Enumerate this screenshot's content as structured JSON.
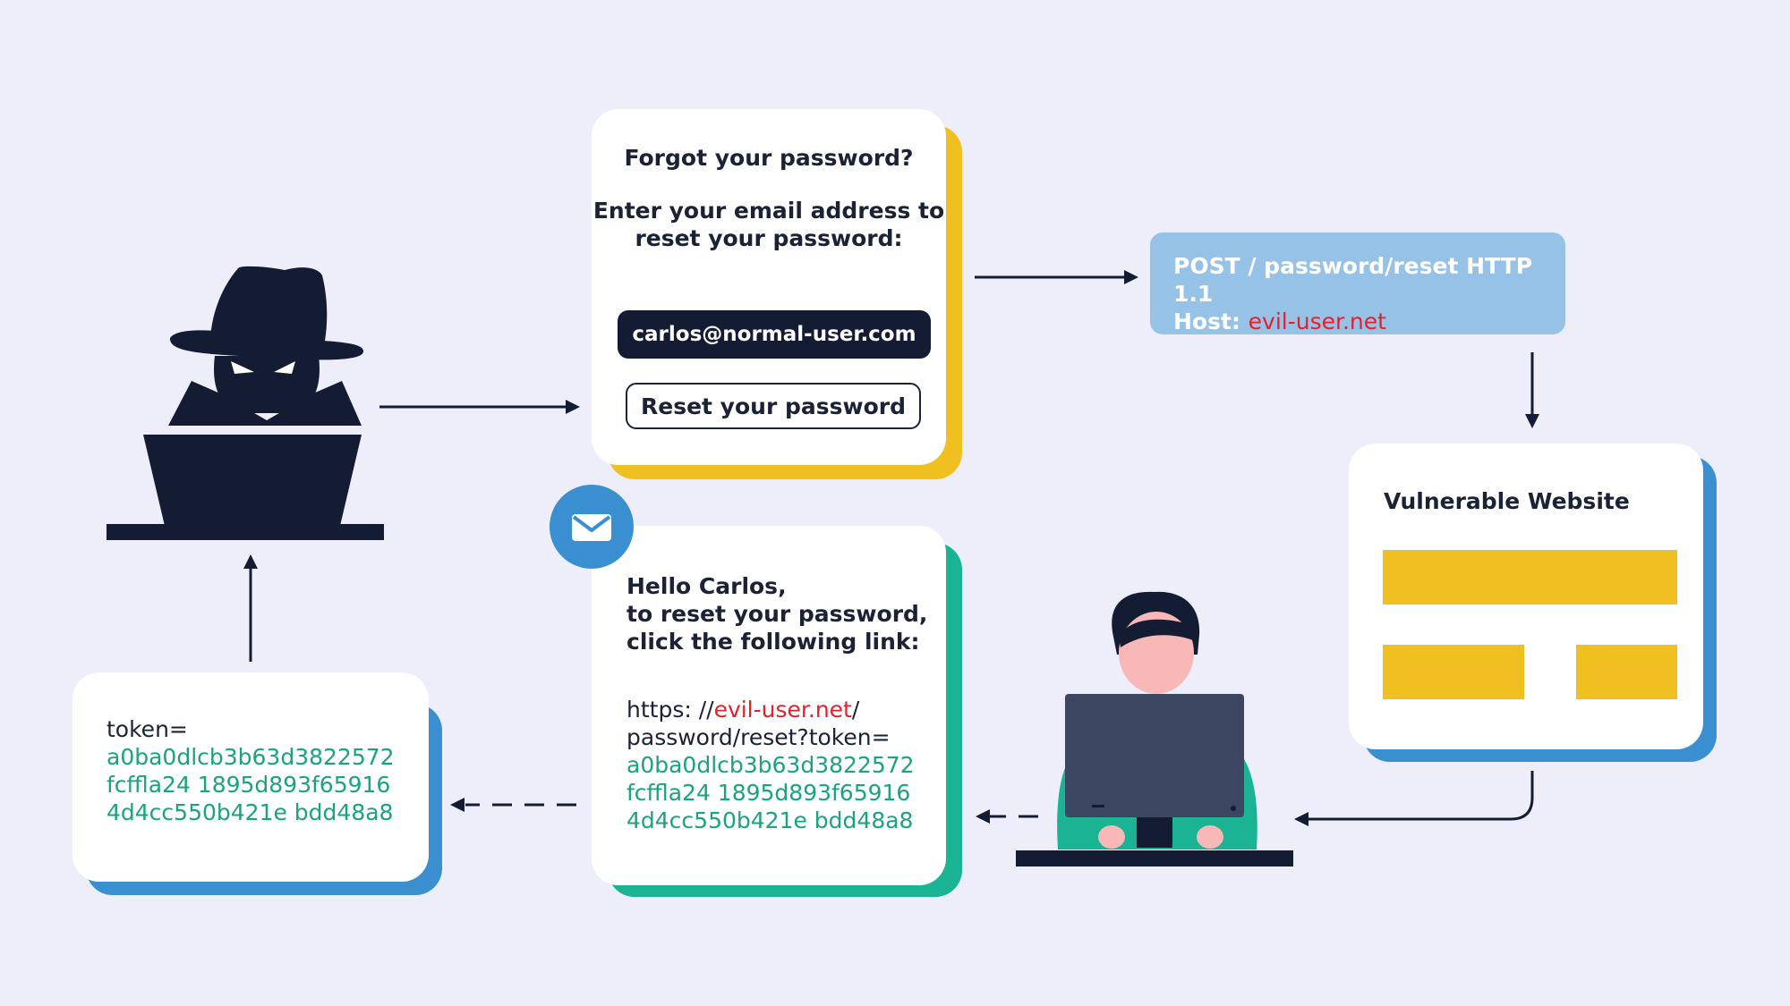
{
  "forgot_card": {
    "title": "Forgot your password?",
    "instruction": "Enter your email address to reset your password:",
    "email_value": "carlos@normal-user.com",
    "reset_button": "Reset your password"
  },
  "request": {
    "line1": "POST / password/reset HTTP 1.1",
    "host_label": "Host:",
    "host_value": "evil-user.net"
  },
  "vulnerable_site": {
    "title": "Vulnerable Website"
  },
  "email_card": {
    "greeting_line1": "Hello Carlos,",
    "greeting_line2": "to reset your password,",
    "greeting_line3": "click the following link:",
    "link_prefix": "https: //",
    "link_domain": "evil-user.net",
    "link_suffix": "/",
    "link_path": "password/reset?token=",
    "token_line1": "a0ba0dlcb3b63d3822572",
    "token_line2": "fcffla24 1895d893f65916",
    "token_line3": "4d4cc550b421e bdd48a8"
  },
  "token_card": {
    "label": "token=",
    "token_line1": "a0ba0dlcb3b63d3822572",
    "token_line2": "fcffla24 1895d893f65916",
    "token_line3": "4d4cc550b421e bdd48a8"
  },
  "colors": {
    "background": "#eeeefa",
    "navy": "#141c33",
    "yellow": "#f0c020",
    "blue": "#3a8fd0",
    "light_blue": "#97c2e7",
    "teal": "#1ab394",
    "token_green": "#1aa37f",
    "red": "#e1222e",
    "skin": "#f9b8b8",
    "monitor": "#3d4660"
  },
  "icons": {
    "attacker": "hacker-at-laptop-icon",
    "victim": "user-at-computer-icon",
    "mail": "envelope-icon"
  }
}
